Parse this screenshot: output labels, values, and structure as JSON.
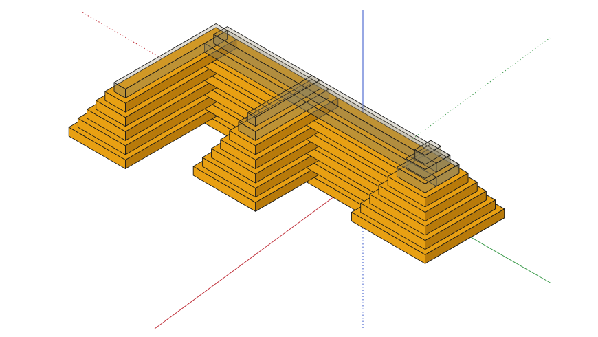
{
  "viewport": {
    "background": "#ffffff"
  },
  "axes": {
    "red": "#c0303a",
    "green": "#3a9a4a",
    "blue": "#3050c8"
  },
  "model": {
    "name": "stepped-terrace-model",
    "solid_color": "#e8a013",
    "solid_dark": "#b87a0a",
    "transparent_color": "#8a8060",
    "edge_color": "#1a1a1a",
    "solid_layers": 5,
    "transparent_layers": 7
  }
}
